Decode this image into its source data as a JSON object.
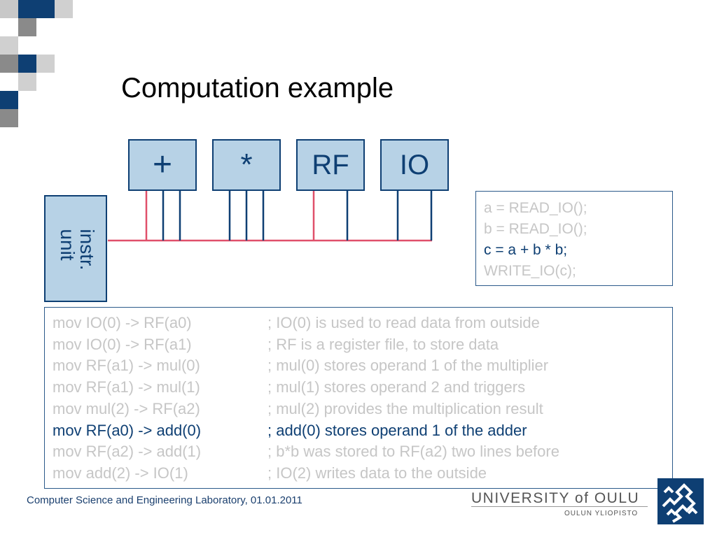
{
  "title": "Computation example",
  "units": [
    {
      "label": "+"
    },
    {
      "label": "*"
    },
    {
      "label": "RF"
    },
    {
      "label": "IO"
    }
  ],
  "instr_unit": {
    "label": "instr.\nunit"
  },
  "hll_code": [
    {
      "text": "a = READ_IO();",
      "active": false
    },
    {
      "text": "b = READ_IO();",
      "active": false
    },
    {
      "text": "c = a + b * b;",
      "active": true
    },
    {
      "text": "WRITE_IO(c);",
      "active": false
    }
  ],
  "assembly": [
    {
      "instr": "mov IO(0) -> RF(a0)",
      "comment": "; IO(0) is used to read data from outside",
      "active": false
    },
    {
      "instr": "mov IO(0) -> RF(a1)",
      "comment": "; RF is a register file, to store data",
      "active": false
    },
    {
      "instr": "mov RF(a1) -> mul(0)",
      "comment": "; mul(0) stores operand 1 of the multiplier",
      "active": false
    },
    {
      "instr": "mov RF(a1) -> mul(1)",
      "comment": "; mul(1) stores operand 2 and triggers",
      "active": false
    },
    {
      "instr": "mov mul(2) -> RF(a2)",
      "comment": "; mul(2) provides the multiplication result",
      "active": false
    },
    {
      "instr": "mov RF(a0) -> add(0)",
      "comment": "; add(0) stores operand 1 of the adder",
      "active": true
    },
    {
      "instr": "mov RF(a2) -> add(1)",
      "comment": "; b*b was stored to RF(a2) two lines before",
      "active": false
    },
    {
      "instr": "mov add(2) -> IO(1)",
      "comment": "; IO(2) writes data to the outside",
      "active": false
    }
  ],
  "footer": {
    "text": "Computer Science and Engineering Laboratory, 01.01.2011",
    "university": "UNIVERSITY of OULU",
    "university_sub": "OULUN YLIOPISTO"
  },
  "colors": {
    "unit_fill": "#b7d2e6",
    "unit_border": "#0e3f73",
    "bus_active": "#e0506a",
    "highlight_text": "#0e3f73",
    "dim_text": "#c6c6c6"
  }
}
